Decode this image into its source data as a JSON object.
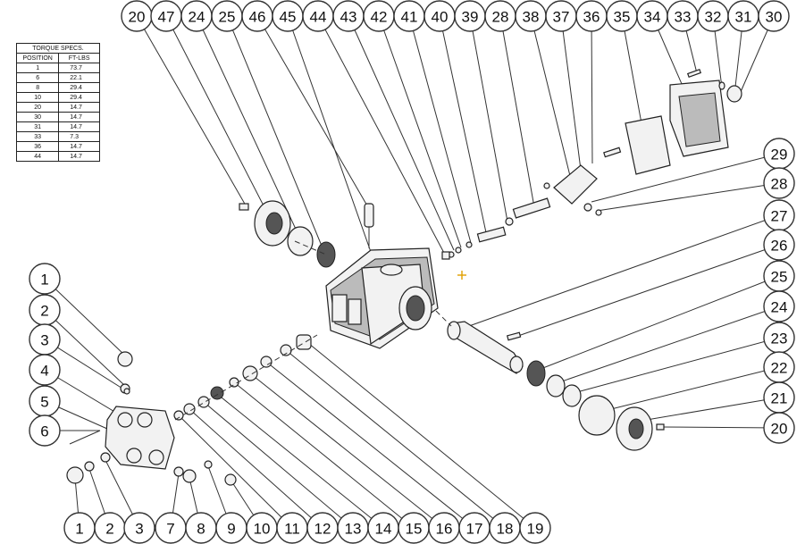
{
  "torque_table": {
    "title": "TORQUE SPECS.",
    "col_position": "POSITION",
    "col_value": "FT-LBS",
    "rows": [
      {
        "position": "1",
        "value": "73.7"
      },
      {
        "position": "6",
        "value": "22.1"
      },
      {
        "position": "8",
        "value": "29.4"
      },
      {
        "position": "10",
        "value": "29.4"
      },
      {
        "position": "20",
        "value": "14.7"
      },
      {
        "position": "30",
        "value": "14.7"
      },
      {
        "position": "31",
        "value": "14.7"
      },
      {
        "position": "33",
        "value": "7.3"
      },
      {
        "position": "36",
        "value": "14.7"
      },
      {
        "position": "44",
        "value": "14.7"
      }
    ]
  },
  "callouts": {
    "top": [
      "20",
      "47",
      "24",
      "25",
      "46",
      "45",
      "44",
      "43",
      "42",
      "41",
      "40",
      "39",
      "28",
      "38",
      "37",
      "36",
      "35",
      "34",
      "33",
      "32",
      "31",
      "30"
    ],
    "left": [
      "1",
      "2",
      "3",
      "4",
      "5",
      "6"
    ],
    "right": [
      "29",
      "28",
      "27",
      "26",
      "25",
      "24",
      "23",
      "22",
      "21",
      "20"
    ],
    "bottom": [
      "1",
      "2",
      "3",
      "7",
      "8",
      "9",
      "10",
      "11",
      "12",
      "13",
      "14",
      "15",
      "16",
      "17",
      "18",
      "19"
    ]
  },
  "colors": {
    "line": "#333333",
    "marker": "#e0a000"
  }
}
